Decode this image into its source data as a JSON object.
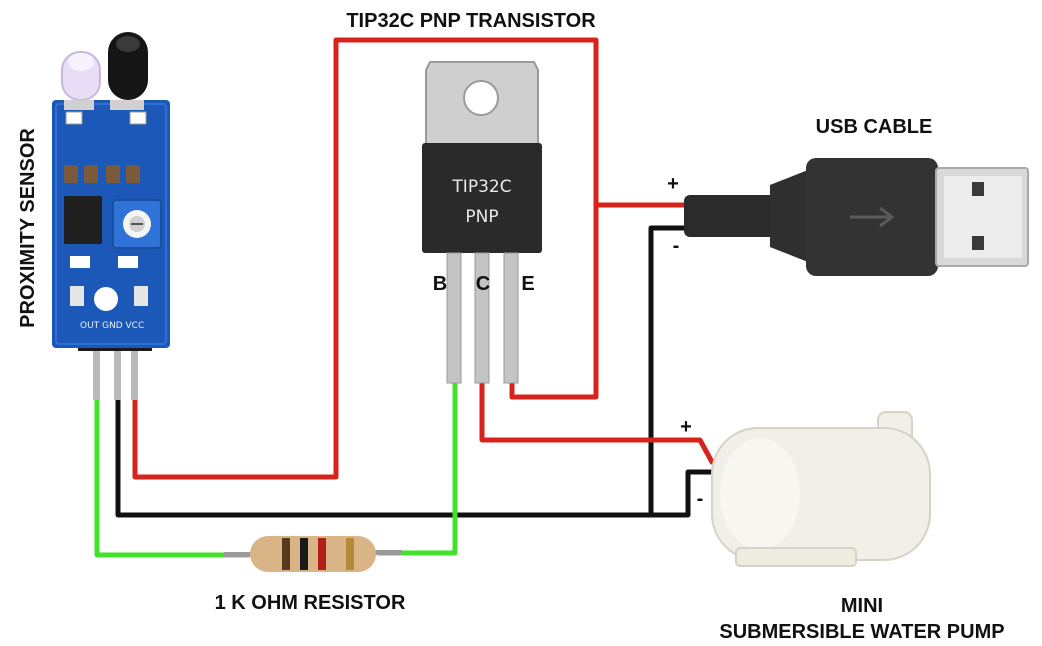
{
  "labels": {
    "transistor_title": "TIP32C PNP TRANSISTOR",
    "usb_title": "USB CABLE",
    "sensor_title": "PROXIMITY SENSOR",
    "resistor_title": "1 K OHM RESISTOR",
    "pump_title_line1": "MINI",
    "pump_title_line2": "SUBMERSIBLE WATER PUMP"
  },
  "transistor": {
    "marking_line1": "TIP32C",
    "marking_line2": "PNP",
    "pin_b": "B",
    "pin_c": "C",
    "pin_e": "E"
  },
  "sensor": {
    "pin_header_label": "OUT GND VCC"
  },
  "polarity": {
    "usb_plus": "+",
    "usb_minus": "-",
    "pump_plus": "+",
    "pump_minus": "-"
  },
  "colors": {
    "wire_red": "#d7231c",
    "wire_black": "#111111",
    "wire_green": "#45e02c",
    "pcb_blue": "#1b58b8",
    "transistor_body": "#2a2a2a",
    "heatsink": "#cfcfcf",
    "usb_body": "#2b2b2b",
    "pump_body": "#f1efe7"
  }
}
